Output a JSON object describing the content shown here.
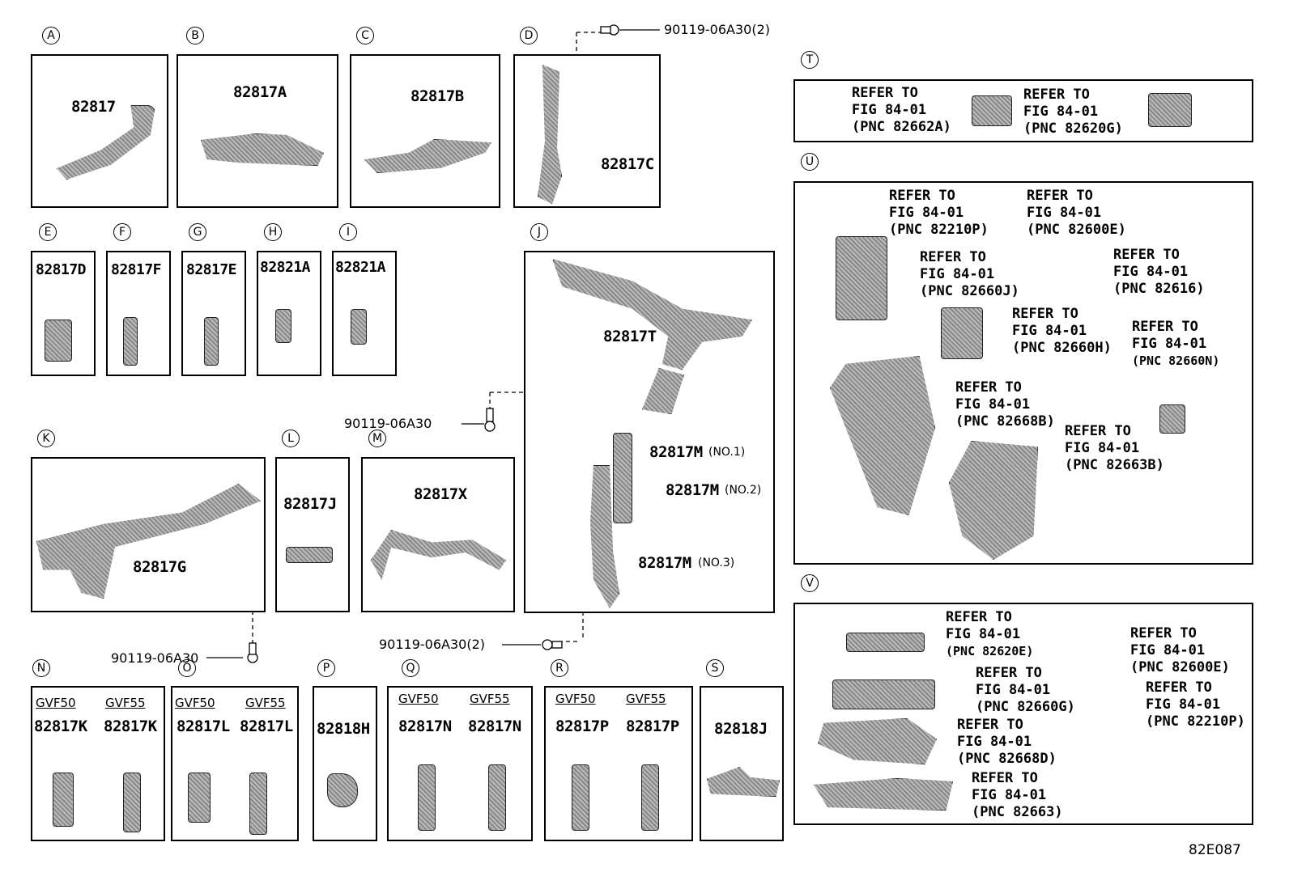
{
  "sections": [
    {
      "letter": "A",
      "parts": [
        "82817"
      ]
    },
    {
      "letter": "B",
      "parts": [
        "82817A"
      ]
    },
    {
      "letter": "C",
      "parts": [
        "82817B"
      ]
    },
    {
      "letter": "D",
      "parts": [
        "82817C"
      ]
    },
    {
      "letter": "E",
      "parts": [
        "82817D"
      ]
    },
    {
      "letter": "F",
      "parts": [
        "82817F"
      ]
    },
    {
      "letter": "G",
      "parts": [
        "82817E"
      ]
    },
    {
      "letter": "H",
      "parts": [
        "82821A"
      ]
    },
    {
      "letter": "I",
      "parts": [
        "82821A"
      ]
    },
    {
      "letter": "J",
      "parts": [
        "82817T",
        "82817M",
        "82817M",
        "82817M"
      ],
      "notes": [
        "(NO.1)",
        "(NO.2)",
        "(NO.3)"
      ]
    },
    {
      "letter": "K",
      "parts": [
        "82817G"
      ]
    },
    {
      "letter": "L",
      "parts": [
        "82817J"
      ]
    },
    {
      "letter": "M",
      "parts": [
        "82817X"
      ]
    },
    {
      "letter": "N",
      "variants": [
        "GVF50",
        "GVF55"
      ],
      "parts": [
        "82817K",
        "82817K"
      ]
    },
    {
      "letter": "O",
      "variants": [
        "GVF50",
        "GVF55"
      ],
      "parts": [
        "82817L",
        "82817L"
      ]
    },
    {
      "letter": "P",
      "parts": [
        "82818H"
      ]
    },
    {
      "letter": "Q",
      "variants": [
        "GVF50",
        "GVF55"
      ],
      "parts": [
        "82817N",
        "82817N"
      ]
    },
    {
      "letter": "R",
      "variants": [
        "GVF50",
        "GVF55"
      ],
      "parts": [
        "82817P",
        "82817P"
      ]
    },
    {
      "letter": "S",
      "parts": [
        "82818J"
      ]
    },
    {
      "letter": "T"
    },
    {
      "letter": "U"
    },
    {
      "letter": "V"
    }
  ],
  "bolts": [
    "90119-06A30(2)",
    "90119-06A30",
    "90119-06A30",
    "90119-06A30(2)"
  ],
  "refer": {
    "line1": "REFER TO",
    "line2": "FIG 84-01",
    "T": [
      "(PNC 82662A)",
      "(PNC 82620G)"
    ],
    "U": [
      "(PNC 82210P)",
      "(PNC 82600E)",
      "(PNC 82660J)",
      "(PNC 82616)",
      "(PNC 82660H)",
      "(PNC 82660N)",
      "(PNC 82668B)",
      "(PNC 82663B)"
    ],
    "V": [
      "(PNC 82620E)",
      "(PNC 82600E)",
      "(PNC 82660G)",
      "(PNC 82210P)",
      "(PNC 82668D)",
      "(PNC 82663)"
    ]
  },
  "figure_code": "82E087"
}
